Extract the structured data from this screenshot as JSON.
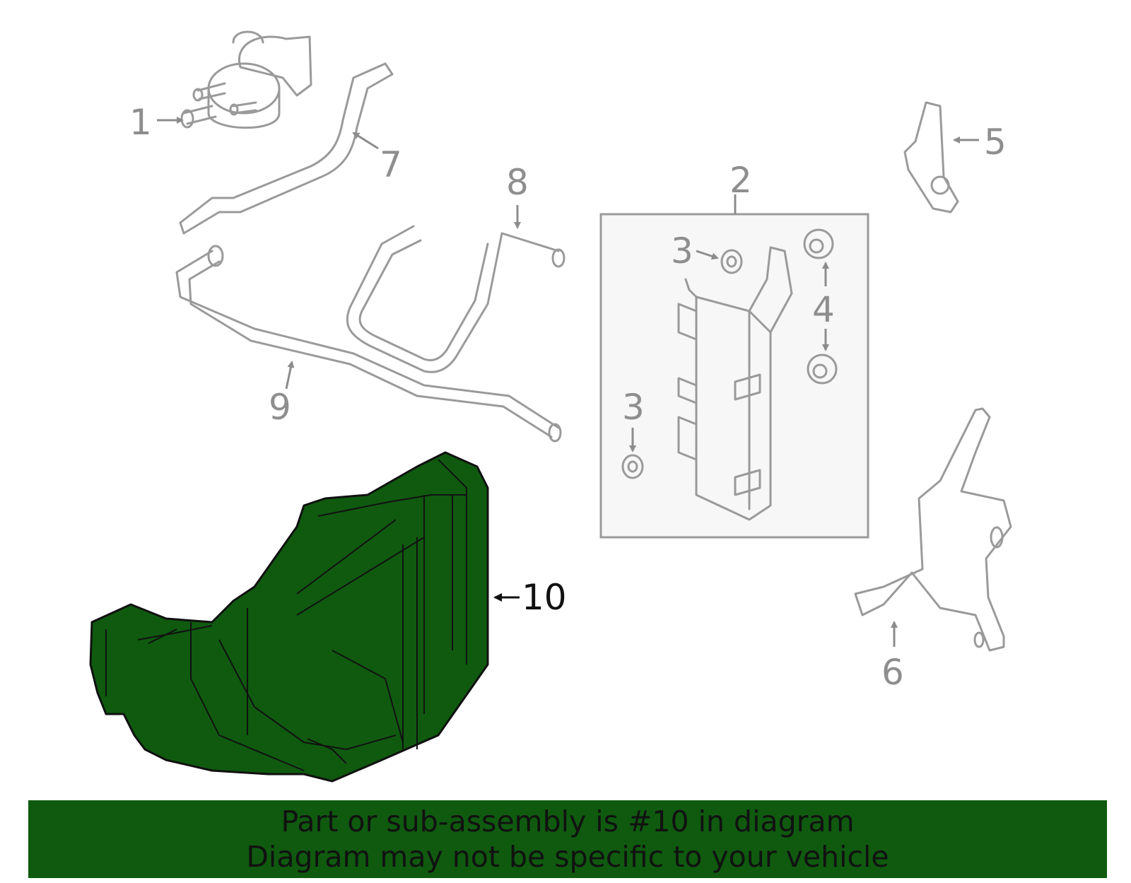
{
  "callouts": {
    "c1": "1",
    "c2": "2",
    "c3a": "3",
    "c3b": "3",
    "c4": "4",
    "c5": "5",
    "c6": "6",
    "c7": "7",
    "c8": "8",
    "c9": "9",
    "c10": "10"
  },
  "banner": {
    "line1": "Part or sub-assembly is #10 in diagram",
    "line2": "Diagram may not be specific to your vehicle"
  },
  "colors": {
    "highlight_part": "#0f5a0f",
    "banner_background": "#0f5a0f",
    "line_art": "#9a9a9a",
    "kit_box_background": "#f7f7f7"
  }
}
